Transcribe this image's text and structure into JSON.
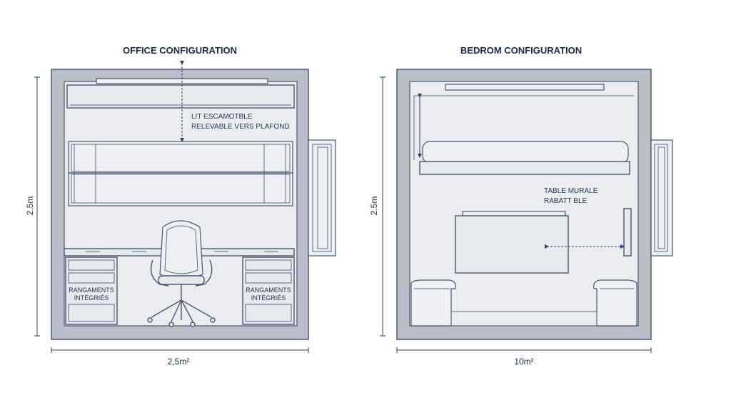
{
  "office": {
    "title": "OFFICE CONFIGURATION",
    "bed_label_line1": "LIT ESCAMOTBLE",
    "bed_label_line2": "RELEVABLE VERS PLAFOND",
    "storage_left_line1": "RANGAMENTS",
    "storage_left_line2": "INTÉGRIÉS",
    "storage_right_line1": "RANGAMENTS",
    "storage_right_line2": "INTÉGRIÉS",
    "height_dim": "2.5m",
    "width_dim": "2,5m²"
  },
  "bedroom": {
    "title": "BEDROM CONFIGURATION",
    "table_label_line1": "TABLE MURALE",
    "table_label_line2": "RABATT BLE",
    "height_dim": "2.5m",
    "width_dim": "10m²"
  },
  "colors": {
    "wall": "#b9bec8",
    "line": "#4a5670",
    "text": "#1c2a44"
  }
}
